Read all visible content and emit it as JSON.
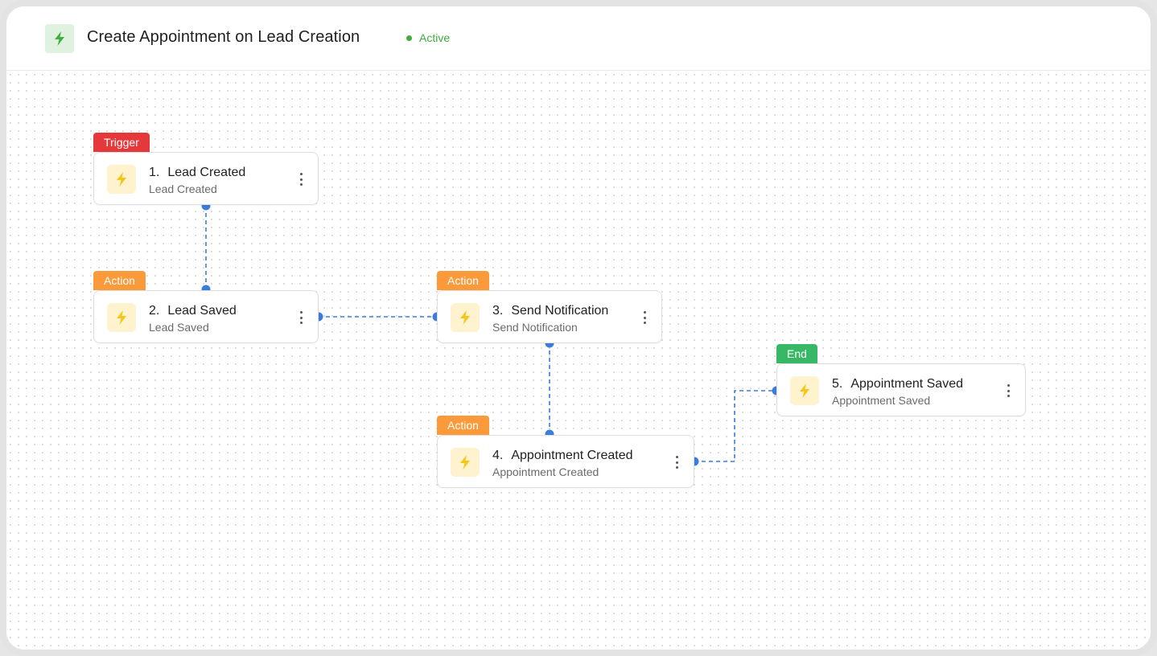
{
  "header": {
    "title": "Create Appointment on Lead Creation",
    "status": "Active",
    "icon": "lightning-bolt-icon"
  },
  "colors": {
    "trigger": "#e5383b",
    "action": "#fb9a3a",
    "end": "#37b865",
    "status_active": "#3fae3f",
    "connector": "#3b7ddd",
    "step_icon": "#f5c518"
  },
  "nodes": [
    {
      "tag": "Trigger",
      "number": "1.",
      "title": "Lead Created",
      "subtitle": "Lead Created",
      "icon": "lightning-bolt-icon"
    },
    {
      "tag": "Action",
      "number": "2.",
      "title": "Lead Saved",
      "subtitle": "Lead Saved",
      "icon": "lightning-bolt-icon"
    },
    {
      "tag": "Action",
      "number": "3.",
      "title": "Send Notification",
      "subtitle": "Send Notification",
      "icon": "lightning-bolt-icon"
    },
    {
      "tag": "Action",
      "number": "4.",
      "title": "Appointment Created",
      "subtitle": "Appointment Created",
      "icon": "lightning-bolt-icon"
    },
    {
      "tag": "End",
      "number": "5.",
      "title": "Appointment Saved",
      "subtitle": "Appointment Saved",
      "icon": "lightning-bolt-icon"
    }
  ]
}
